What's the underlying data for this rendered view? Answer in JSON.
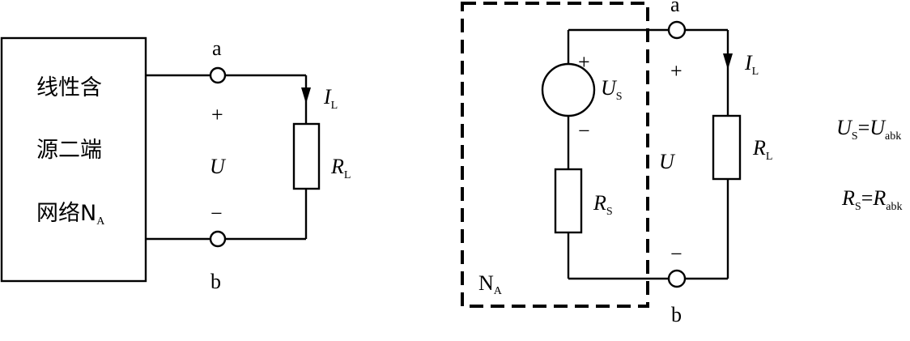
{
  "left_circuit": {
    "box_line1": "线性含",
    "box_line2": "源二端",
    "box_line3": "网络N",
    "box_line3_sub": "A",
    "terminal_a": "a",
    "terminal_b": "b",
    "plus": "+",
    "minus": "−",
    "voltage": "U",
    "current": "I",
    "current_sub": "L",
    "load": "R",
    "load_sub": "L"
  },
  "right_circuit": {
    "network_label": "N",
    "network_label_sub": "A",
    "terminal_a": "a",
    "terminal_b": "b",
    "source_plus": "+",
    "source_minus": "−",
    "source": "U",
    "source_sub": "S",
    "series_resistor": "R",
    "series_resistor_sub": "S",
    "plus": "+",
    "minus": "−",
    "voltage": "U",
    "current": "I",
    "current_sub": "L",
    "load": "R",
    "load_sub": "L"
  },
  "equations": {
    "eq1_lhs": "U",
    "eq1_lhs_sub": "S",
    "eq1_eq": "=",
    "eq1_rhs": "U",
    "eq1_rhs_sub": "abk",
    "eq2_lhs": "R",
    "eq2_lhs_sub": "S",
    "eq2_eq": "=",
    "eq2_rhs": "R",
    "eq2_rhs_sub": "abk"
  }
}
